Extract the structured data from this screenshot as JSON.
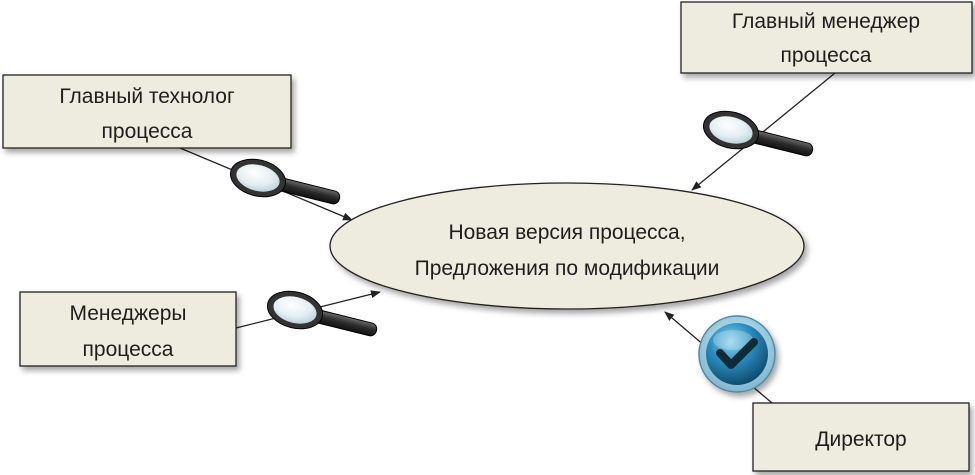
{
  "center": {
    "line1": "Новая версия процесса,",
    "line2": "Предложения по модификации"
  },
  "nodes": {
    "chief_technologist": {
      "line1": "Главный технолог",
      "line2": "процесса"
    },
    "chief_manager": {
      "line1": "Главный менеджер",
      "line2": "процесса"
    },
    "managers": {
      "line1": "Менеджеры",
      "line2": "процесса"
    },
    "director": {
      "line1": "Директор"
    }
  },
  "icons": {
    "chief_technologist": "magnifier-icon",
    "chief_manager": "magnifier-icon",
    "managers": "magnifier-icon",
    "director": "checkmark-icon"
  },
  "colors": {
    "box_fill": "#eeecdf",
    "ellipse_fill": "#eeecdf",
    "outline": "#222222",
    "check_blue": "#1b6f9a"
  }
}
